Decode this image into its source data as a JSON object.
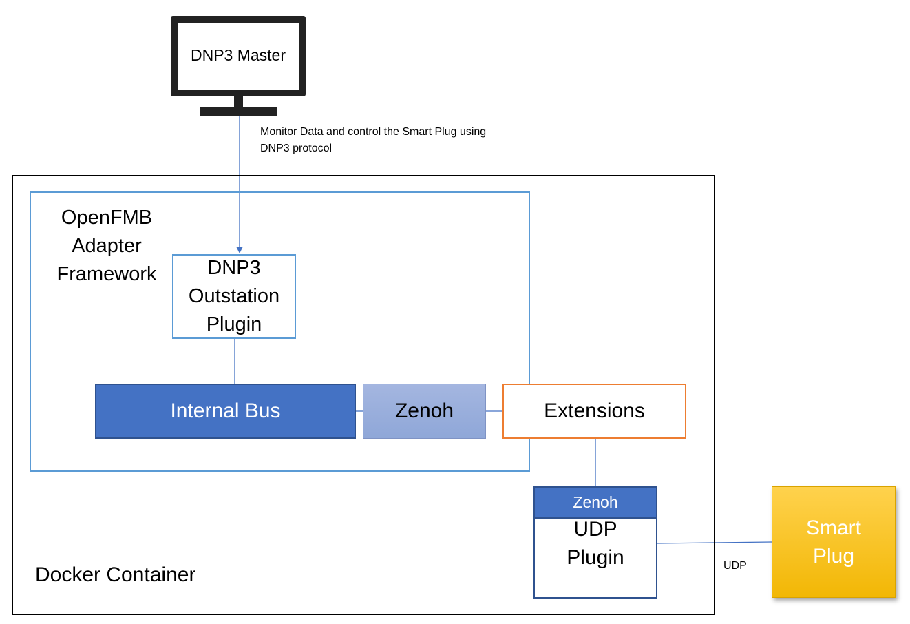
{
  "nodes": {
    "dnp3_master": "DNP3 Master",
    "framework_title": [
      "OpenFMB",
      "Adapter",
      "Framework"
    ],
    "dnp3_outstation": [
      "DNP3",
      "Outstation",
      "Plugin"
    ],
    "internal_bus": "Internal Bus",
    "zenoh": "Zenoh",
    "extensions": "Extensions",
    "zenoh_udp": "Zenoh",
    "udp_plugin": [
      "UDP",
      "Plugin"
    ],
    "smart_plug": [
      "Smart",
      "Plug"
    ],
    "docker_container": "Docker Container"
  },
  "edges": {
    "master_to_outstation": [
      "Monitor Data and control the Smart Plug using",
      "DNP3 protocol"
    ],
    "udp_to_smart_plug": "UDP"
  },
  "colors": {
    "framework_border": "#5b9bd5",
    "internal_bus": "#4472c4",
    "zenoh": "#8fa7d8",
    "extensions_border": "#ed7d31",
    "smart_plug": "#f2b705"
  }
}
